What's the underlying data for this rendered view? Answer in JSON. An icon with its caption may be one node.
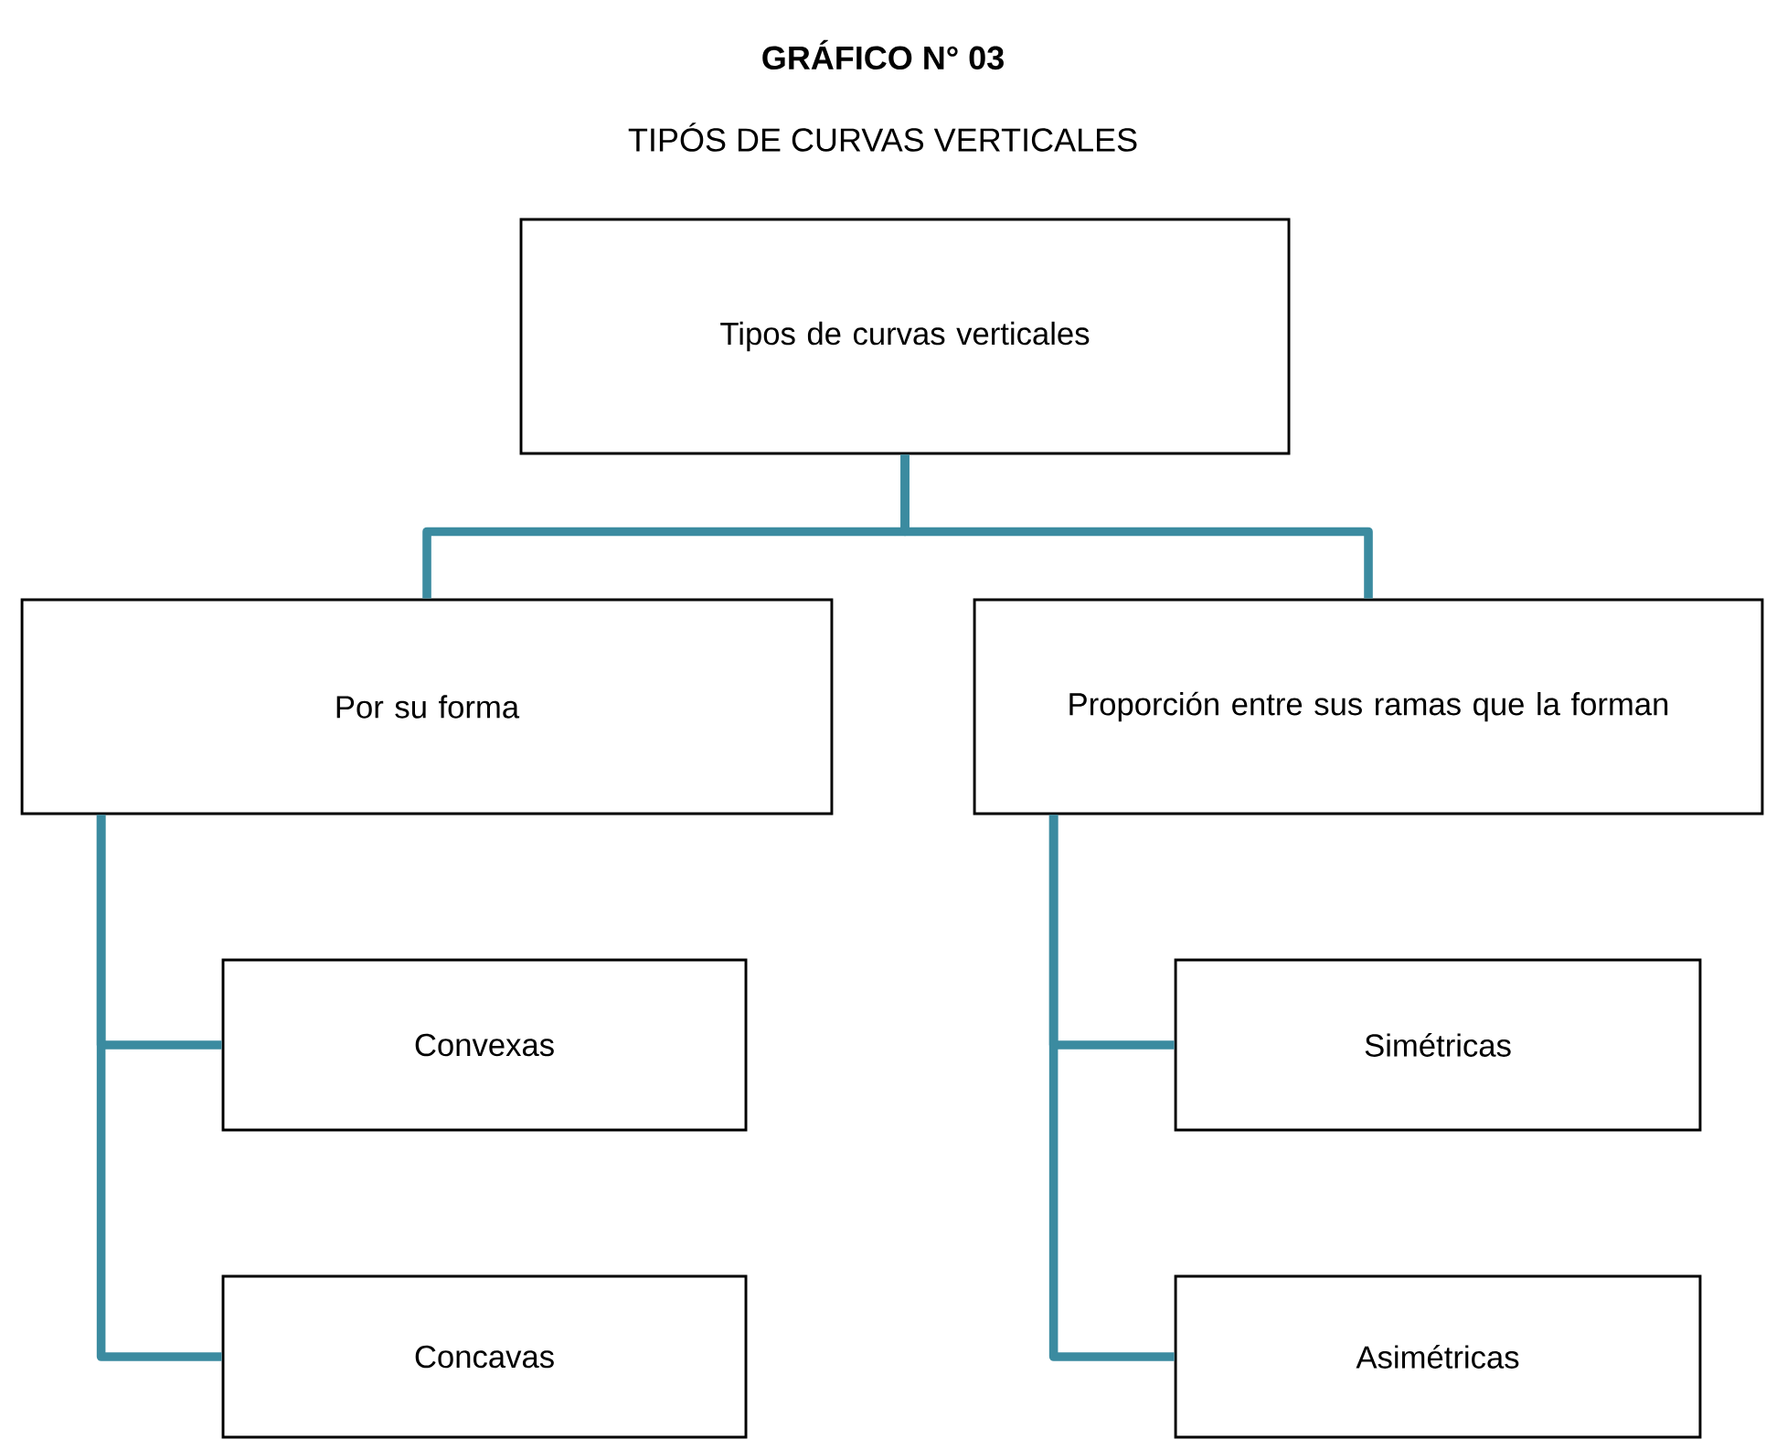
{
  "diagram": {
    "title": "GRÁFICO N° 03",
    "labels": [
      "TIPÓS DE CURVAS VERTICALES"
    ],
    "nodes": [
      {
        "text": [
          "Tipos de curvas verticales"
        ]
      },
      {
        "text": [
          "Por su forma"
        ]
      },
      {
        "text": [
          "Proporción entre sus ramas que la forman"
        ]
      },
      {
        "text": [
          "Convexas"
        ]
      },
      {
        "text": [
          "Concavas"
        ]
      },
      {
        "text": [
          "Simétricas"
        ]
      },
      {
        "text": [
          "Asimétricas"
        ]
      }
    ],
    "edges": [
      {
        "from": 0,
        "to": 1,
        "arrow": "none"
      },
      {
        "from": 0,
        "to": 2,
        "arrow": "none"
      },
      {
        "from": 1,
        "to": 3,
        "arrow": "none"
      },
      {
        "from": 1,
        "to": 4,
        "arrow": "none"
      },
      {
        "from": 2,
        "to": 5,
        "arrow": "none"
      },
      {
        "from": 2,
        "to": 6,
        "arrow": "none"
      }
    ]
  }
}
